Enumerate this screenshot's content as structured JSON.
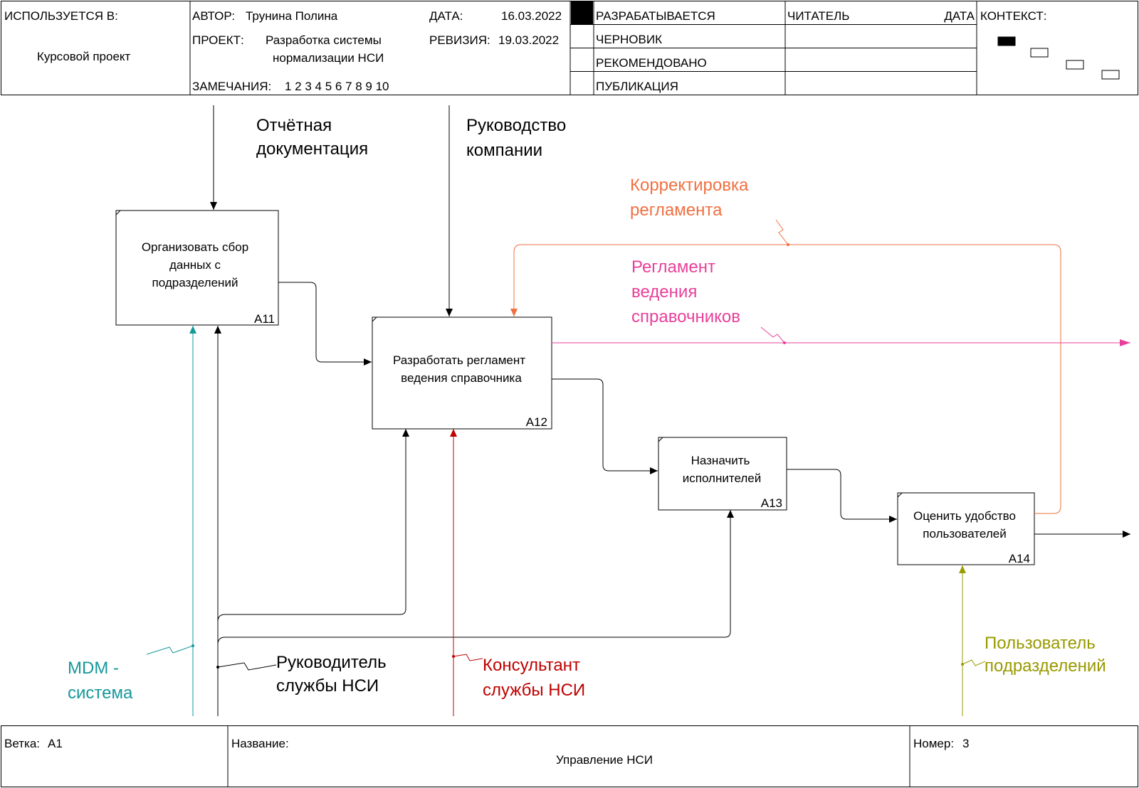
{
  "header": {
    "used_in_label": "ИСПОЛЬЗУЕТСЯ В:",
    "used_in_value": "Курсовой проект",
    "author_label": "АВТОР:",
    "author_value": "Трунина Полина",
    "date_label": "ДАТА:",
    "date_value": "16.03.2022",
    "project_label": "ПРОЕКТ:",
    "project_value_line1": "Разработка системы",
    "project_value_line2": "нормализации НСИ",
    "revision_label": "РЕВИЗИЯ:",
    "revision_value": "19.03.2022",
    "notes_label": "ЗАМЕЧАНИЯ:",
    "notes_value": "1 2 3 4 5 6 7 8 9 10",
    "status_items": [
      "РАЗРАБАТЫВАЕТСЯ",
      "ЧЕРНОВИК",
      "РЕКОМЕНДОВАНО",
      "ПУБЛИКАЦИЯ"
    ],
    "reader_label": "ЧИТАТЕЛЬ",
    "reader_date_label": "ДАТА",
    "context_label": "КОНТЕКСТ:"
  },
  "boxes": [
    {
      "id": "a11",
      "line1": "Организовать сбор",
      "line2": "данных с",
      "line3": "подразделений",
      "code": "A11"
    },
    {
      "id": "a12",
      "line1": "Разработать регламент",
      "line2": "ведения справочника",
      "code": "A12"
    },
    {
      "id": "a13",
      "line1": "Назначить",
      "line2": "исполнителей",
      "code": "A13"
    },
    {
      "id": "a14",
      "line1": "Оценить удобство",
      "line2": "пользователей",
      "code": "A14"
    }
  ],
  "arrows": {
    "report_docs": {
      "line1": "Отчётная",
      "line2": "документация"
    },
    "management": {
      "line1": "Руководство",
      "line2": "компании"
    },
    "correction": {
      "line1": "Корректировка",
      "line2": "регламента"
    },
    "regulation": {
      "line1": "Регламент",
      "line2": "ведения",
      "line3": "справочников"
    },
    "mdm": {
      "line1": "MDM -",
      "line2": "система"
    },
    "head_nsi": {
      "line1": "Руководитель",
      "line2": "службы НСИ"
    },
    "consultant": {
      "line1": "Консультант",
      "line2": "службы НСИ"
    },
    "user": {
      "line1": "Пользователь",
      "line2": "подразделений"
    }
  },
  "footer": {
    "branch_label": "Ветка:",
    "branch_value": "A1",
    "title_label": "Название:",
    "title_value": "Управление НСИ",
    "number_label": "Номер:",
    "number_value": "3"
  },
  "colors": {
    "teal": "#16989a",
    "red": "#c00000",
    "orange": "#f07040",
    "pink": "#e8409a",
    "olive": "#999900"
  }
}
